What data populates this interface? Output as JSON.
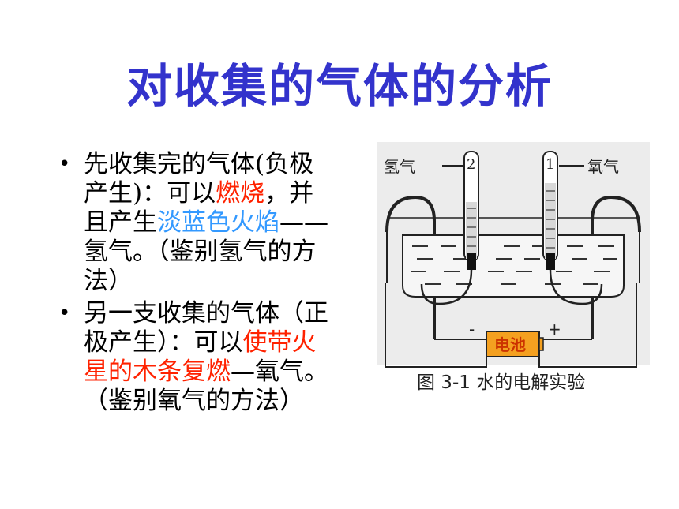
{
  "slide": {
    "title": "对收集的气体的分析",
    "bullets": [
      {
        "text_a": "先收集完的气体(负极产生)：可以",
        "highlight_red": "燃烧",
        "text_b": "，并且产生",
        "highlight_blue": "淡蓝色火焰",
        "text_c": "——氢气。（鉴别氢气的方法）"
      },
      {
        "text_a": "另一支收集的气体（正极产生）：可以",
        "highlight_red": "使带火星的木条复燃",
        "text_b": "—氧气。（鉴别氧气的方法）"
      }
    ]
  },
  "figure": {
    "label_left": "氢气",
    "label_right": "氧气",
    "tube_left_number": "2",
    "tube_right_number": "1",
    "minus_sign": "-",
    "plus_sign": "+",
    "battery_label": "电池",
    "caption": "图 3-1  水的电解实验",
    "colors": {
      "battery_fill": "#f4a020",
      "battery_label": "#cc3300"
    }
  }
}
